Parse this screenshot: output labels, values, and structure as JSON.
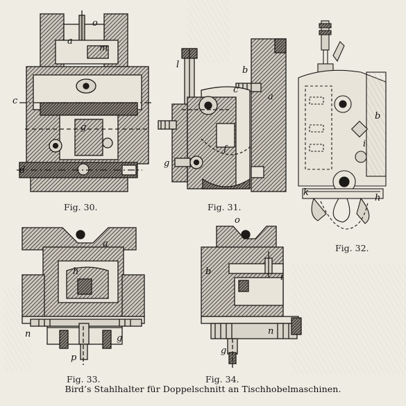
{
  "figures": {
    "fig30": "Fig. 30.",
    "fig31": "Fig. 31.",
    "fig32": "Fig. 32.",
    "fig33": "Fig. 33.",
    "fig34": "Fig. 34."
  },
  "letters": {
    "f30_o": "o",
    "f30_a": "a",
    "f30_m": "m",
    "f30_c": "c",
    "f30_g": "g",
    "f30_d": "d",
    "f31_l": "l",
    "f31_b": "b",
    "f31_c": "c",
    "f31_a": "a",
    "f31_f": "f",
    "f31_g": "g",
    "f32_b": "b",
    "f32_i": "i",
    "f32_k": "k",
    "f32_h": "h",
    "f33_a": "a",
    "f33_h": "h",
    "f33_n": "n",
    "f33_g": "g",
    "f33_p": "p",
    "f34_o": "o",
    "f34_b": "b",
    "f34_i": "i",
    "f34_n": "n",
    "f34_g": "g"
  },
  "caption": "Bird’s Stahlhalter für Doppelschnitt an Tischhobelmaschinen.",
  "colors": {
    "paper": "#efece4",
    "ink": "#1d1b18",
    "hatch": "#2a2724"
  }
}
